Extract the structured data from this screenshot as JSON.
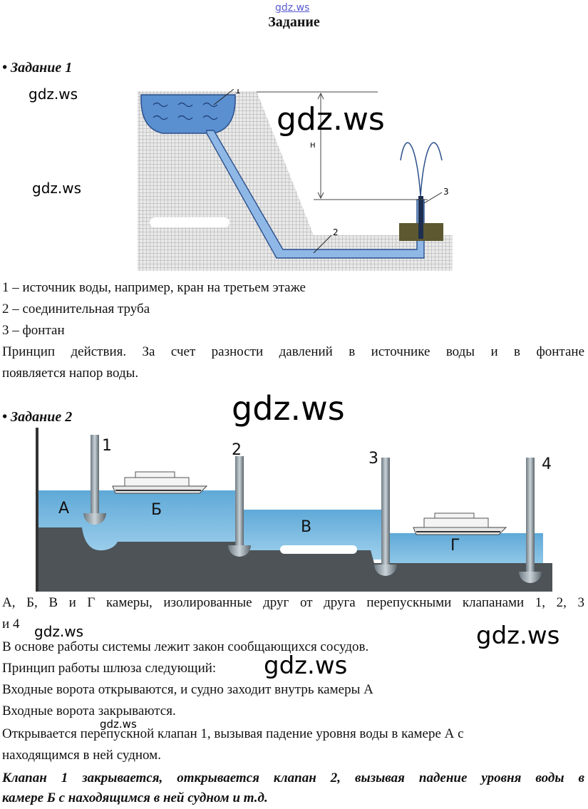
{
  "header": {
    "top_watermark": "gdz.ws",
    "title": "Задание"
  },
  "task1": {
    "heading": "• Задание 1",
    "diagram": {
      "label_1": "1",
      "label_2": "2",
      "label_3": "3",
      "label_h": "H"
    },
    "legend": [
      "1 – источник воды, например, кран на третьем этаже",
      "2 – соединительная труба",
      "3 – фонтан"
    ],
    "principle_line1": "Принцип действия. За счет разности давлений в источнике воды и в фонтане",
    "principle_line2": "появляется напор воды."
  },
  "task2": {
    "heading": "• Задание 2",
    "diagram": {
      "valve_1": "1",
      "valve_2": "2",
      "valve_3": "3",
      "valve_4": "4",
      "chamber_a": "А",
      "chamber_b": "Б",
      "chamber_v": "В",
      "chamber_g": "Г"
    },
    "text": [
      "А, Б, В и Г камеры, изолированные друг от друга перепускными клапанами 1, 2, 3",
      "и 4",
      "В основе работы системы лежит закон сообщающихся сосудов.",
      "Принцип работы шлюза следующий:",
      "Входные ворота открываются, и судно заходит внутрь камеры А",
      "Входные ворота закрываются.",
      "Открывается перепускной клапан 1, вызывая падение уровня воды в камере А с",
      "находящимся в ней судном."
    ],
    "bold_line1": "Клапан 1 закрывается, открывается клапан 2, вызывая падение уровня воды в",
    "bold_line2": "камере Б с находящимся в ней судном и т.д."
  },
  "watermarks": {
    "wm_a": "gdz.ws",
    "wm_b": "gdz.ws",
    "wm_c": "gdz.ws",
    "wm_d": "gdz.ws",
    "wm_e": "gdz.ws",
    "wm_f": "gdz.ws",
    "wm_g": "gdz.ws",
    "wm_h": "gdz.ws"
  }
}
